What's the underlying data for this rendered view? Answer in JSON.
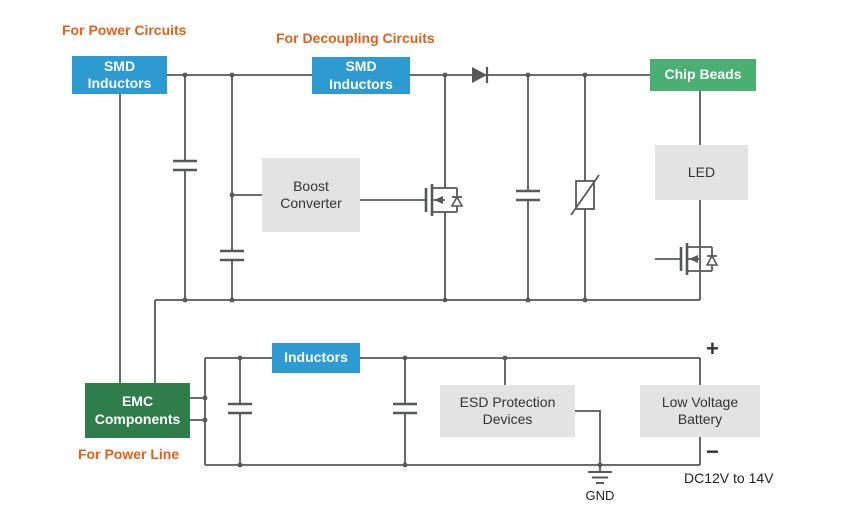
{
  "colors": {
    "box_blue": "#2d9ad2",
    "box_green": "#4aaf73",
    "box_dark_green": "#2e7d4b",
    "box_gray": "#e3e3e3",
    "annotation_orange": "#e0611a",
    "wire": "#57585a"
  },
  "annotations": {
    "power_circuits": "For Power Circuits",
    "decoupling_circuits": "For Decoupling Circuits",
    "power_line": "For Power Line",
    "plus": "+",
    "minus": "−",
    "gnd": "GND",
    "dc_range": "DC12V to 14V"
  },
  "nodes": {
    "smd_inductors_power": "SMD Inductors",
    "smd_inductors_decoupling": "SMD Inductors",
    "chip_beads": "Chip Beads",
    "boost_converter": "Boost Converter",
    "led": "LED",
    "inductors": "Inductors",
    "emc_components": "EMC Components",
    "esd_protection": "ESD Protection Devices",
    "low_voltage_battery": "Low Voltage Battery"
  }
}
